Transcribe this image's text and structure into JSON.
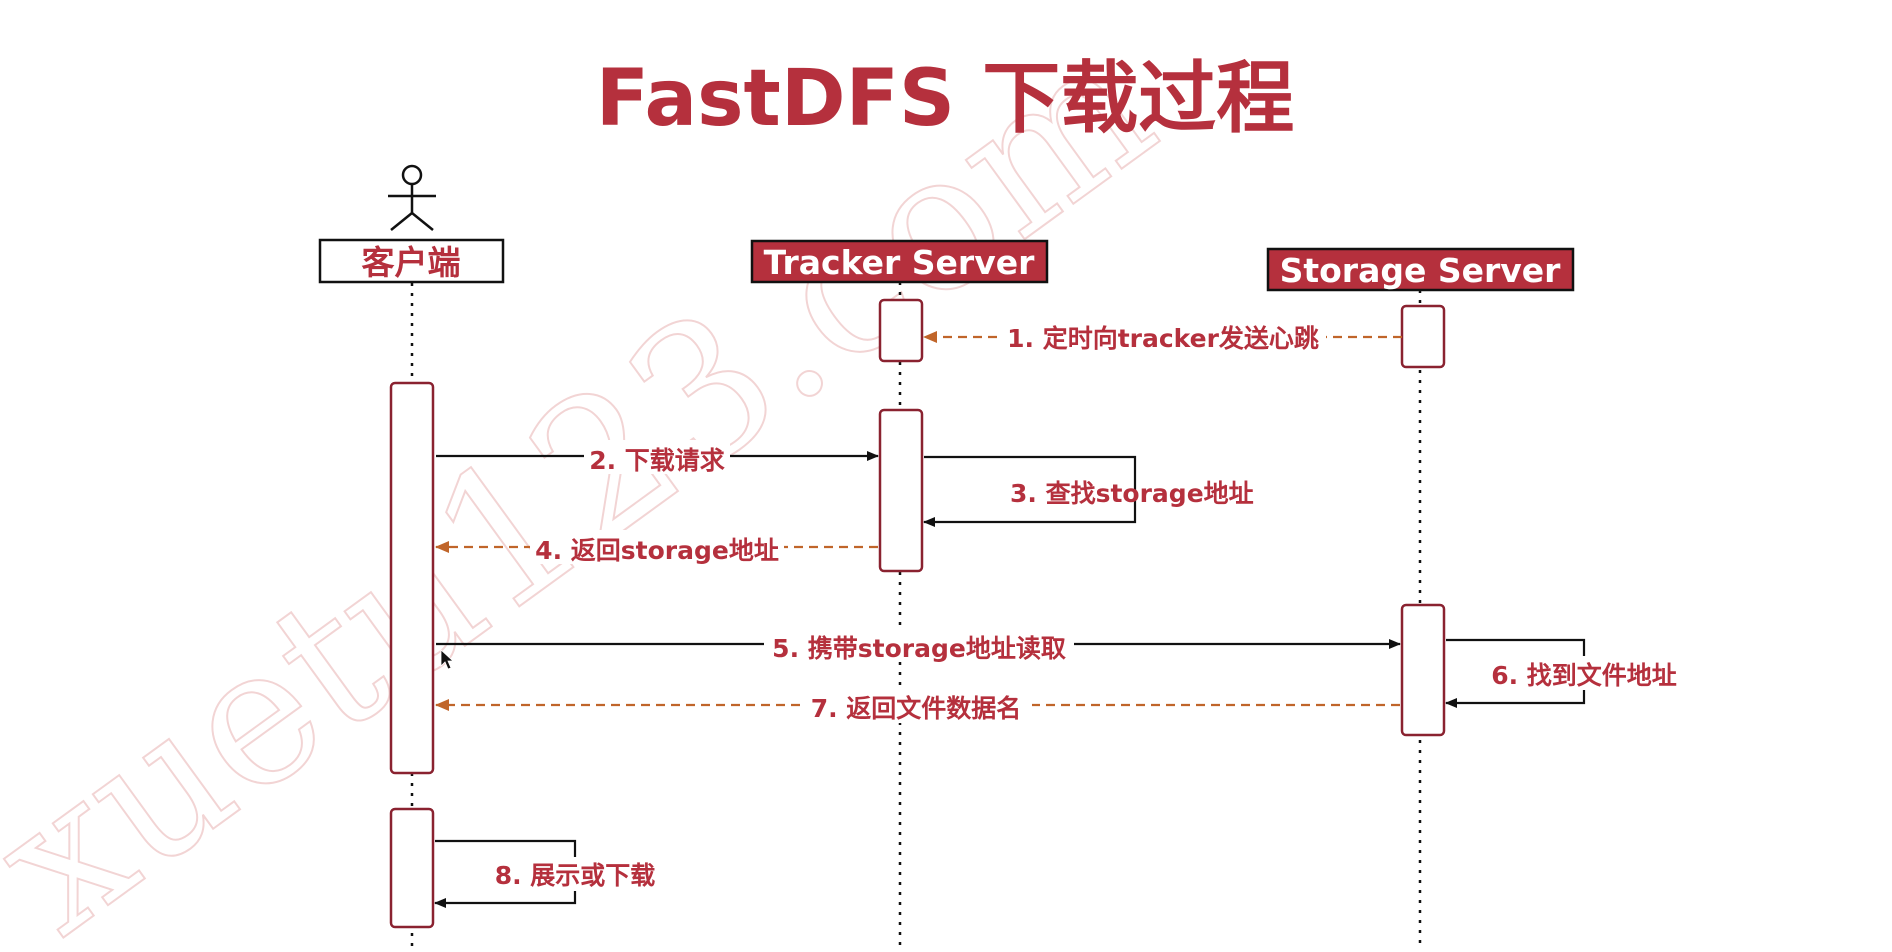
{
  "title": "FastDFS 下载过程",
  "watermark": "xuetu123.com",
  "participants": {
    "client": "客户端",
    "tracker": "Tracker Server",
    "storage": "Storage Server"
  },
  "messages": [
    "1. 定时向tracker发送心跳",
    "2. 下载请求",
    "3. 查找storage地址",
    "4. 返回storage地址",
    "5. 携带storage地址读取",
    "6. 找到文件地址",
    "7. 返回文件数据名",
    "8. 展示或下载"
  ],
  "colors": {
    "title": "#b5303d",
    "header_fill": "#b5303d",
    "activation_border": "#8a2230",
    "sync_arrow": "#111111",
    "return_arrow": "#c0652a"
  }
}
